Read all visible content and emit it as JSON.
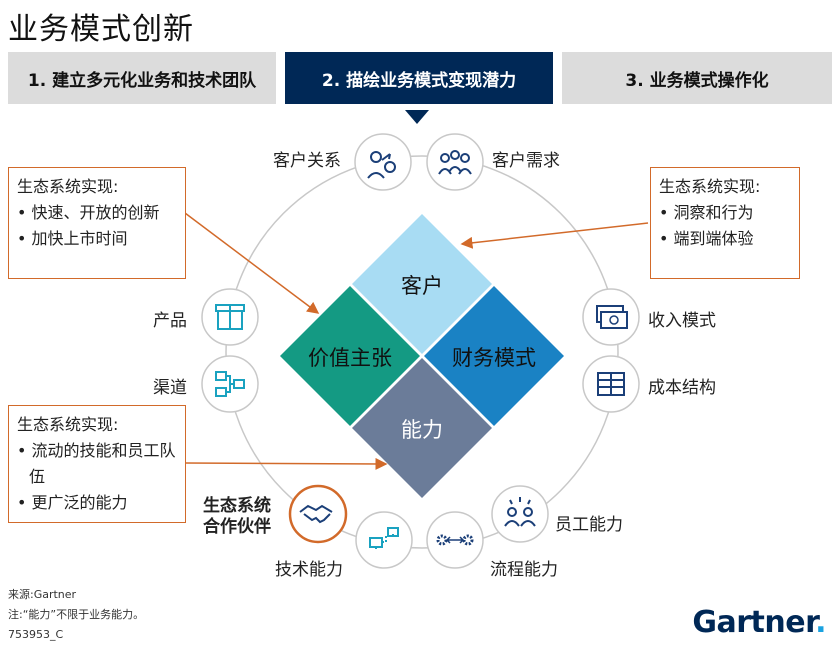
{
  "title": "业务模式创新",
  "steps": [
    {
      "label": "1. 建立多元化业务和技术团队"
    },
    {
      "label": "2. 描绘业务模式变现潜力"
    },
    {
      "label": "3. 业务模式操作化"
    }
  ],
  "diamonds": {
    "top": "客户",
    "left": "价值主张",
    "right": "财务模式",
    "bottom": "能力"
  },
  "ring_items": {
    "customer_relation": "客户关系",
    "customer_needs": "客户需求",
    "product": "产品",
    "channel": "渠道",
    "revenue_model": "收入模式",
    "cost_structure": "成本结构",
    "eco_partner_1": "生态系统",
    "eco_partner_2": "合作伙伴",
    "tech_capability": "技术能力",
    "process_capability": "流程能力",
    "staff_capability": "员工能力"
  },
  "eco_boxes": {
    "left_top": {
      "heading": "生态系统实现:",
      "items": [
        "• 快速、开放的创新",
        "• 加快上市时间"
      ]
    },
    "right_top": {
      "heading": "生态系统实现:",
      "items": [
        "• 洞察和行为",
        "• 端到端体验"
      ]
    },
    "left_bottom": {
      "heading": "生态系统实现:",
      "items": [
        "• 流动的技能和员工队伍",
        "• 更广泛的能力"
      ]
    }
  },
  "colors": {
    "navy": "#002856",
    "gray_step": "#dcdcdc",
    "diamond_top": "#a8dcf3",
    "diamond_left": "#149a83",
    "diamond_right": "#1a82c4",
    "diamond_bottom": "#6b7c99",
    "orange": "#d26a2a",
    "icon_blue": "#1b3f78"
  },
  "footer": {
    "source": "来源:Gartner",
    "note": "注:“能力”不限于业务能力。",
    "id": "753953_C"
  },
  "logo": {
    "text": "Gartner",
    "dot": "."
  }
}
